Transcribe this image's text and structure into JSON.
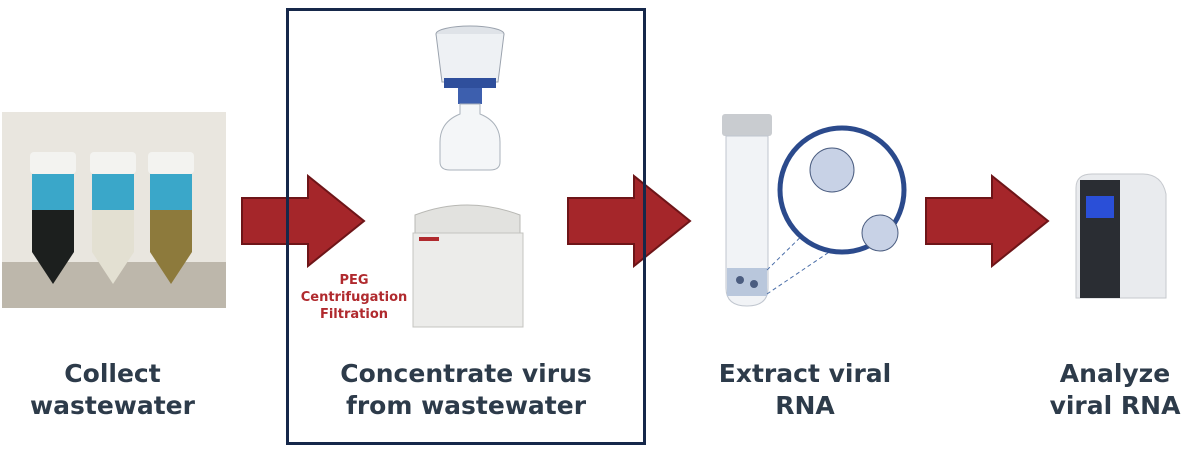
{
  "steps": [
    {
      "label_line1": "Collect",
      "label_line2": "wastewater"
    },
    {
      "label_line1": "Concentrate virus",
      "label_line2": "from wastewater"
    },
    {
      "label_line1": "Extract viral",
      "label_line2": "RNA"
    },
    {
      "label_line1": "Analyze",
      "label_line2": "viral RNA"
    }
  ],
  "methods": [
    "PEG",
    "Centrifugation",
    "Filtration"
  ],
  "colors": {
    "arrow": "#a5262a",
    "box_border": "#16284a",
    "method_text": "#b02a2e",
    "label_text": "#2d3b4a"
  }
}
